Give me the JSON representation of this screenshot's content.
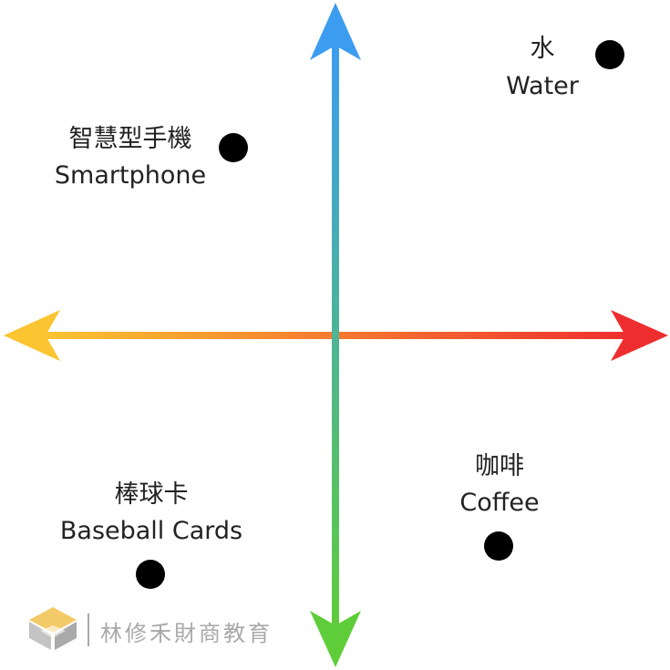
{
  "colors": {
    "axis_left": "#fbc531",
    "axis_right": "#ee2e2e",
    "axis_top": "#3c9cf0",
    "axis_bottom": "#5fcc3a",
    "dot": "#000000",
    "label": "#222222",
    "brand_gray": "#9a9a9a"
  },
  "items": [
    {
      "id": "water",
      "cn": "水",
      "en": "Water"
    },
    {
      "id": "smartphone",
      "cn": "智慧型手機",
      "en": "Smartphone"
    },
    {
      "id": "baseball-cards",
      "cn": "棒球卡",
      "en": "Baseball Cards"
    },
    {
      "id": "coffee",
      "cn": "咖啡",
      "en": "Coffee"
    }
  ],
  "brand": {
    "name": "林修禾財商教育",
    "logo_icon": "m-logo-icon"
  }
}
